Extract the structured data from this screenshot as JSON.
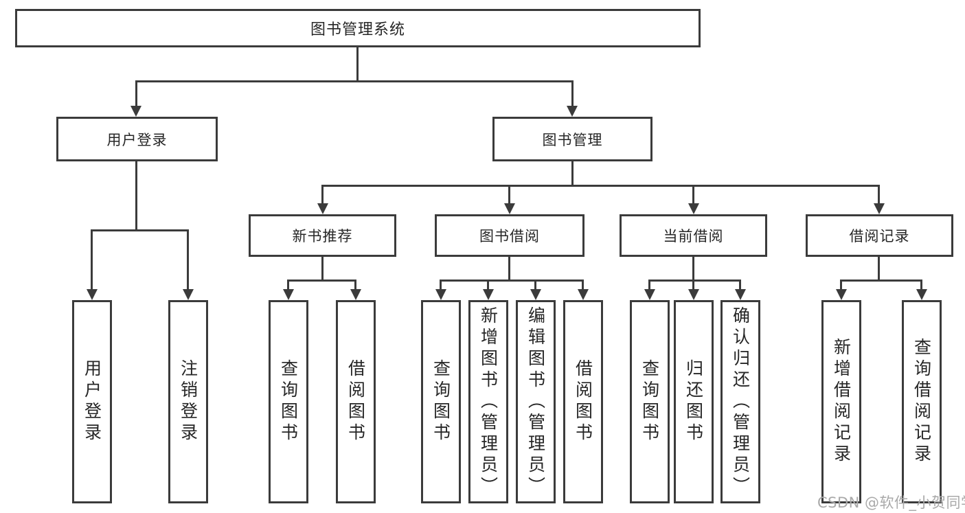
{
  "diagram": {
    "root_label": "图书管理系统",
    "level2": {
      "user_login": "用户登录",
      "book_mgmt": "图书管理"
    },
    "level3": {
      "new_book_rec": "新书推荐",
      "book_borrow": "图书借阅",
      "current_borrow": "当前借阅",
      "borrow_records": "借阅记录"
    },
    "leaves": {
      "user_login": [
        "用户登录",
        "注销登录"
      ],
      "new_book_rec": [
        "查询图书",
        "借阅图书"
      ],
      "book_borrow": [
        "查询图书",
        "新增图书（管理员）",
        "编辑图书（管理员）",
        "借阅图书"
      ],
      "current_borrow": [
        "查询图书",
        "归还图书",
        "确认归还（管理员）"
      ],
      "borrow_records": [
        "新增借阅记录",
        "查询借阅记录"
      ]
    },
    "watermark": "CSDN @软件_小贺同学",
    "colors": {
      "line": "#3b3b3b",
      "text": "#262626",
      "watermark": "#a9a9a9",
      "background": "#ffffff"
    }
  }
}
